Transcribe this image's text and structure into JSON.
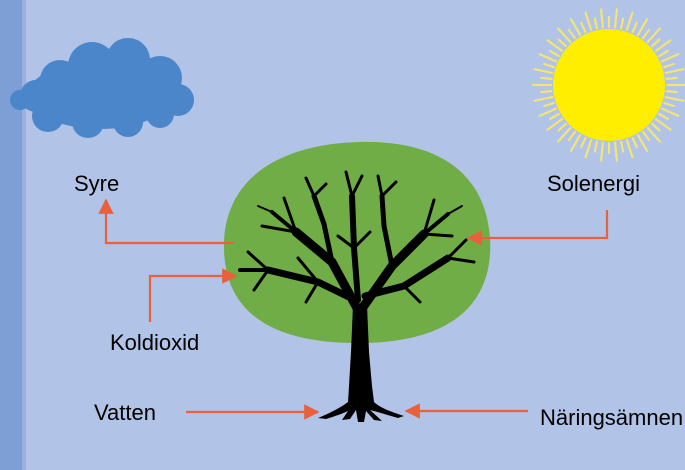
{
  "diagram": {
    "labels": {
      "oxygen": "Syre",
      "solar_energy": "Solenergi",
      "carbon_dioxide": "Koldioxid",
      "water": "Vatten",
      "nutrients_line1": "Näringsämnen"
    }
  },
  "colors": {
    "background": "#b1c3e6",
    "side_strip": "#7d9fd6",
    "cloud": "#4a86c9",
    "sun": "#ffee00",
    "sun_rays": "#f2e477",
    "crown": "#70ad47",
    "tree": "#000000",
    "arrows": "#e8603c"
  },
  "icons": {
    "cloud": "cloud-icon",
    "sun": "sun-icon",
    "tree": "tree-icon"
  }
}
